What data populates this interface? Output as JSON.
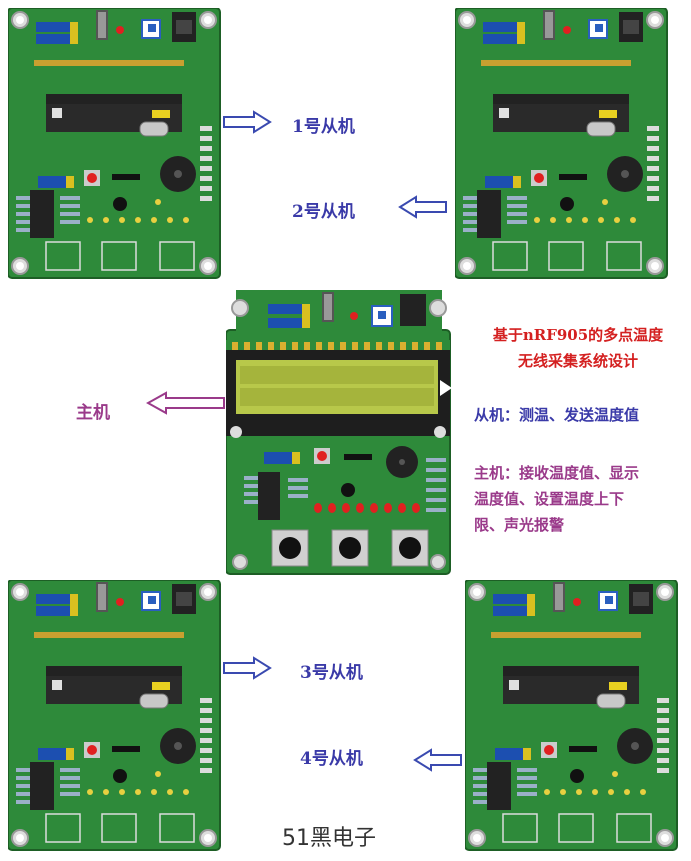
{
  "slaves": [
    {
      "label": "1号从机",
      "direction": "right"
    },
    {
      "label": "2号从机",
      "direction": "left"
    },
    {
      "label": "3号从机",
      "direction": "right"
    },
    {
      "label": "4号从机",
      "direction": "left"
    }
  ],
  "master": {
    "label": "主机",
    "direction": "left"
  },
  "title": {
    "line1": "基于nRF905的多点温度",
    "line2": "无线采集系统设计"
  },
  "slave_desc": "从机：测温、发送温度值",
  "master_desc": {
    "line1": "主机：接收温度值、显示",
    "line2": "温度值、设置温度上下",
    "line3": "限、声光报警"
  },
  "brand": "51黑电子",
  "colors": {
    "pcb": "#2e8a3a",
    "accent_red": "#d42020",
    "accent_blue": "#3a3aa8",
    "accent_purple": "#9a3a8a",
    "lcd": "#b8c84a"
  }
}
